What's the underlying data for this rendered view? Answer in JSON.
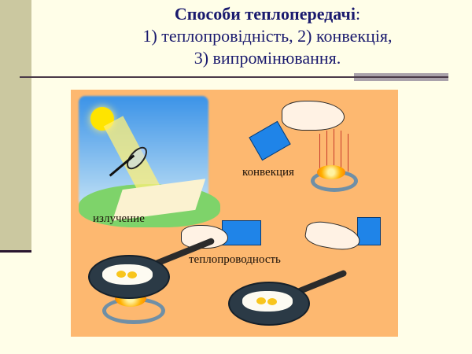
{
  "slide": {
    "title_bold": "Способи теплопередачі",
    "title_colon": ":",
    "line2": "1) теплопровідність, 2) конвекція,",
    "line3": "3) випромінювання."
  },
  "figure": {
    "labels": {
      "radiation": "излучение",
      "convection": "конвекция",
      "conduction": "теплопроводность"
    }
  },
  "colors": {
    "background": "#fffee8",
    "left_bar": "#cbc8a0",
    "title_text": "#1a1a6e",
    "figure_bg": "#fdb870",
    "sleeve": "#1f84e8"
  }
}
